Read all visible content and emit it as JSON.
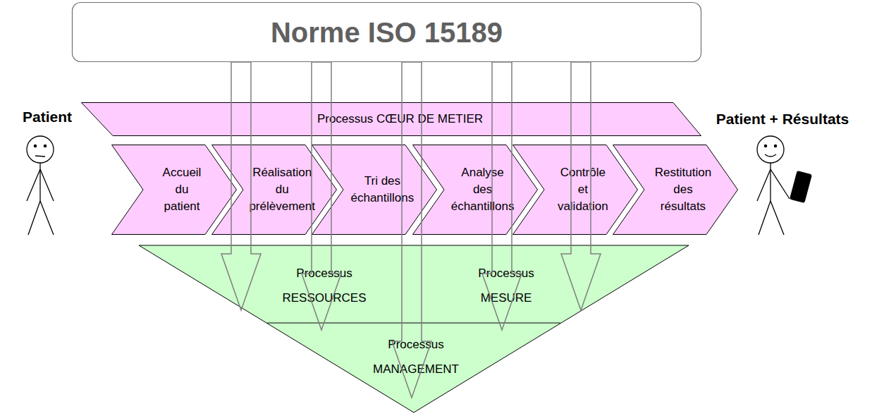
{
  "diagram": {
    "nodes": [
      {
        "text": [
          "Norme ISO 15189"
        ]
      },
      {
        "text": [
          "Processus CŒUR DE METIER"
        ]
      },
      {
        "text": [
          "Accueil du patient"
        ]
      },
      {
        "text": [
          "Réalisation du prélèvement"
        ]
      },
      {
        "text": [
          "Tri des échantillons"
        ]
      },
      {
        "text": [
          "Analyse des échantillons"
        ]
      },
      {
        "text": [
          "Contrôle et validation"
        ]
      },
      {
        "text": [
          "Restitution des résultats"
        ]
      },
      {
        "text": [
          "Processus RESSOURCES"
        ]
      },
      {
        "text": [
          "Processus MESURE"
        ]
      },
      {
        "text": [
          "Processus MANAGEMENT"
        ]
      }
    ],
    "edges": [
      {
        "from": 0,
        "to": 8,
        "arrow": "to"
      },
      {
        "from": 0,
        "to": 10,
        "arrow": "to"
      },
      {
        "from": 0,
        "to": 10,
        "arrow": "to"
      },
      {
        "from": 0,
        "to": 10,
        "arrow": "to"
      },
      {
        "from": 0,
        "to": 9,
        "arrow": "to"
      }
    ],
    "labels": [
      "Patient",
      "Patient + Résultats"
    ]
  }
}
